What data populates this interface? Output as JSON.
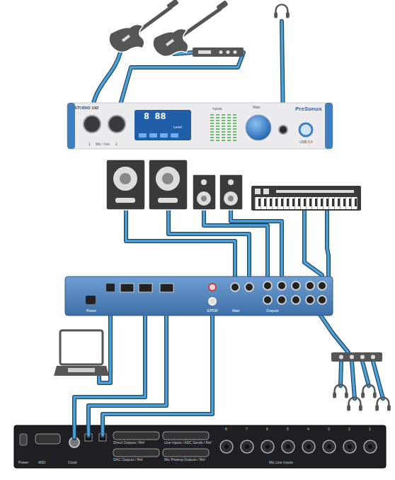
{
  "diagram": {
    "nodes": [
      {
        "text": [
          "STUDIO 192",
          "1",
          "Mic / Inst",
          "2",
          "8 88",
          "Level",
          "Inputs",
          "Main",
          "PreSonus",
          "USB 3.0"
        ]
      },
      {
        "text": [
          "Power",
          "S/PDIF",
          "Main",
          "Outputs"
        ]
      },
      {
        "text": [
          "Power",
          "MIDI",
          "Clock",
          "Direct Outputs / Ref",
          "Line Inputs / ADC Sends / Ref",
          "DAC Outputs / Ref",
          "Mic Preamp Outputs / Ref",
          "8",
          "7",
          "6",
          "5",
          "4",
          "3",
          "2",
          "1",
          "Mic Line Inputs"
        ]
      }
    ],
    "edges": [
      {
        "from": 1,
        "to": 2,
        "arrow": "none"
      },
      {
        "from": 1,
        "to": 2,
        "arrow": "none"
      },
      {
        "from": 1,
        "to": 2,
        "arrow": "none"
      }
    ]
  }
}
